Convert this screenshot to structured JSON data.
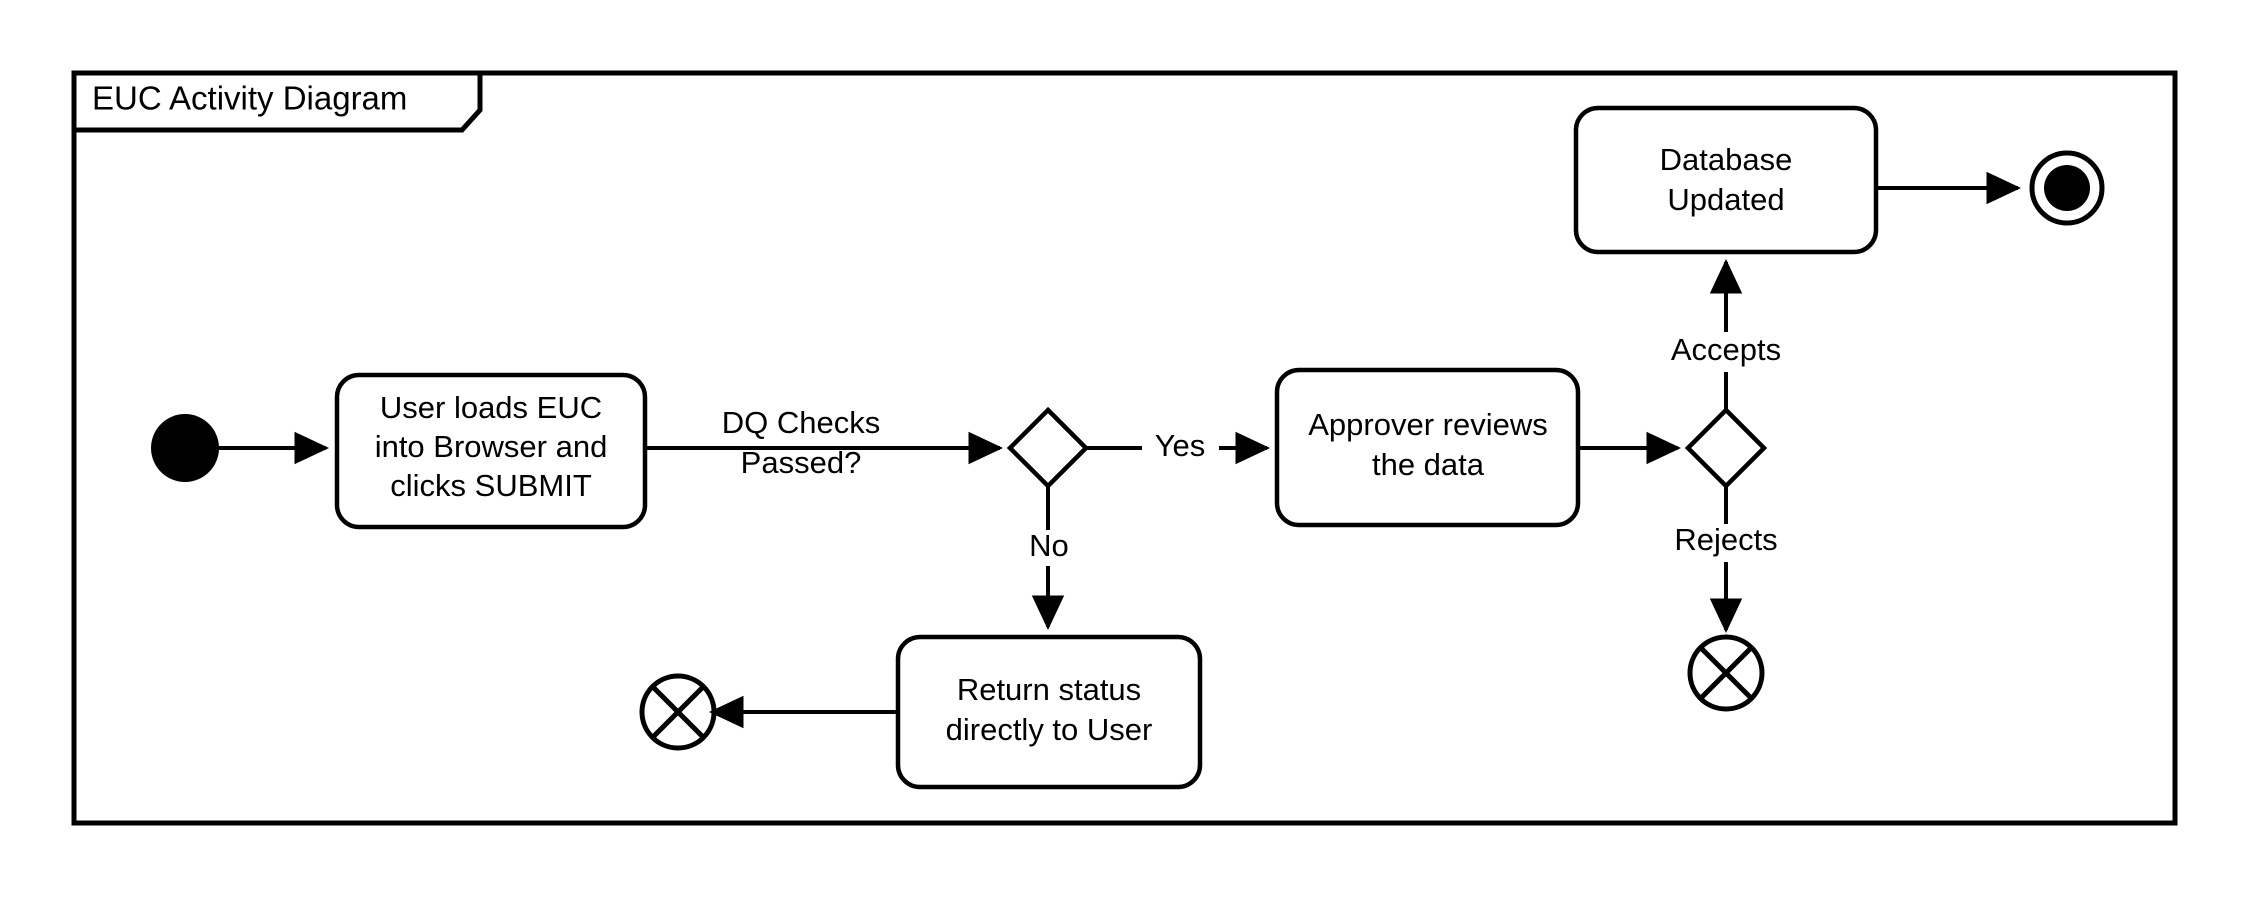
{
  "frame": {
    "title": "EUC Activity Diagram",
    "border_color": "#000000",
    "background_color": "#ffffff"
  },
  "diagram": {
    "type": "uml-activity-diagram",
    "stroke_color": "#000000",
    "fill_color": "#ffffff",
    "nodes": [
      {
        "id": "start",
        "kind": "initial-node",
        "label": ""
      },
      {
        "id": "load-euc",
        "kind": "action",
        "line1": "User loads EUC",
        "line2": "into Browser and",
        "line3": "clicks SUBMIT"
      },
      {
        "id": "dq-decision",
        "kind": "decision",
        "label": ""
      },
      {
        "id": "return-status",
        "kind": "action",
        "line1": "Return status",
        "line2": "directly to User"
      },
      {
        "id": "return-flow-final",
        "kind": "flow-final",
        "label": ""
      },
      {
        "id": "approver-review",
        "kind": "action",
        "line1": "Approver reviews",
        "line2": "the data"
      },
      {
        "id": "approval-decision",
        "kind": "decision",
        "label": ""
      },
      {
        "id": "database-updated",
        "kind": "action",
        "line1": "Database",
        "line2": "Updated"
      },
      {
        "id": "reject-flow-final",
        "kind": "flow-final",
        "label": ""
      },
      {
        "id": "end",
        "kind": "final-node",
        "label": ""
      }
    ],
    "edges": [
      {
        "id": "start-to-load",
        "from": "start",
        "to": "load-euc",
        "label": ""
      },
      {
        "id": "load-to-dq",
        "from": "load-euc",
        "to": "dq-decision",
        "label_line1": "DQ Checks",
        "label_line2": "Passed?"
      },
      {
        "id": "dq-yes",
        "from": "dq-decision",
        "to": "approver-review",
        "label": "Yes"
      },
      {
        "id": "dq-no",
        "from": "dq-decision",
        "to": "return-status",
        "label": "No"
      },
      {
        "id": "return-to-final",
        "from": "return-status",
        "to": "return-flow-final",
        "label": ""
      },
      {
        "id": "review-to-decision",
        "from": "approver-review",
        "to": "approval-decision",
        "label": ""
      },
      {
        "id": "accepts",
        "from": "approval-decision",
        "to": "database-updated",
        "label": "Accepts"
      },
      {
        "id": "rejects",
        "from": "approval-decision",
        "to": "reject-flow-final",
        "label": "Rejects"
      },
      {
        "id": "db-to-end",
        "from": "database-updated",
        "to": "end",
        "label": ""
      }
    ]
  }
}
